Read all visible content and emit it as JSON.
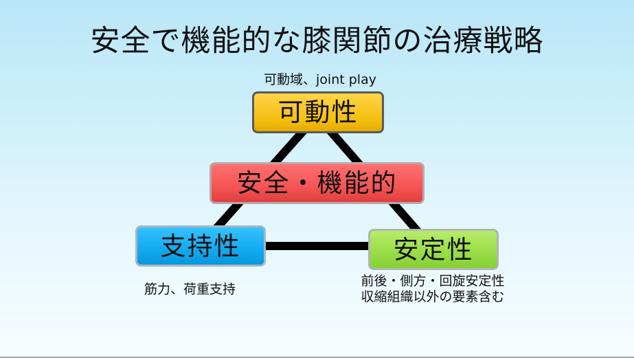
{
  "slide": {
    "title": "安全で機能的な膝関節の治療戦略"
  },
  "diagram": {
    "top_box": {
      "label": "可動性",
      "caption": "可動域、joint play",
      "color": "#f6c21a"
    },
    "center_box": {
      "label": "安全・機能的",
      "color": "#f25555"
    },
    "left_box": {
      "label": "支持性",
      "caption": "筋力、荷重支持",
      "color": "#17abf0"
    },
    "right_box": {
      "label": "安定性",
      "caption_line1": "前後・側方・回旋安定性",
      "caption_line2": "収縮組織以外の要素含む",
      "color": "#9ade45"
    },
    "connector_color": "#000000"
  }
}
